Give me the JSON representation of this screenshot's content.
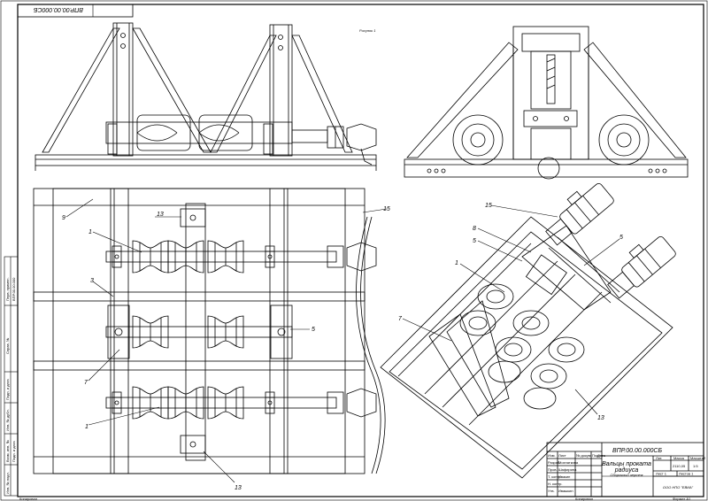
{
  "stamp": {
    "code": "ВПР.00.00.000СБ",
    "code_rot": "ВПР.00.00.000СБ"
  },
  "figure_label": "Рисунок 1",
  "callouts": [
    {
      "id": "c9",
      "text": "9"
    },
    {
      "id": "c13a",
      "text": "13"
    },
    {
      "id": "c1a",
      "text": "1"
    },
    {
      "id": "c3",
      "text": "3"
    },
    {
      "id": "c7a",
      "text": "7"
    },
    {
      "id": "c1b",
      "text": "1"
    },
    {
      "id": "c5a",
      "text": "5"
    },
    {
      "id": "c13b",
      "text": "13"
    },
    {
      "id": "c15a",
      "text": "15"
    },
    {
      "id": "c15b",
      "text": "15"
    },
    {
      "id": "c8",
      "text": "8"
    },
    {
      "id": "c5b",
      "text": "5"
    },
    {
      "id": "c1c",
      "text": "1"
    },
    {
      "id": "c5c",
      "text": "5"
    },
    {
      "id": "c7b",
      "text": "7"
    },
    {
      "id": "c13c",
      "text": "13"
    }
  ],
  "title_block": {
    "designation": "ВПР.00.00.000СБ",
    "name_line1": "Вальцы проката",
    "name_line2": "радиуса",
    "doc_type": "Сборочный чертеж",
    "lit_header": "Лит.",
    "mass_header": "Масса",
    "scale_header": "Масштаб",
    "mass_value": "2110,05",
    "scale_value": "1:5",
    "sheet_label": "Лист 1",
    "sheets_label": "Листов 1",
    "org": "ООО НПО \"ЕВИА\"",
    "rows": [
      {
        "role": "Изм.",
        "name": "Лист",
        "doc": "№ докум.",
        "sign": "Подп.",
        "date": "Дата"
      },
      {
        "role": "Разраб.",
        "name": "Мохнаткина"
      },
      {
        "role": "Пров.",
        "name": "Шафирина"
      },
      {
        "role": "Т. контр.",
        "name": "Ивакин"
      },
      {
        "role": "Н. контр.",
        "name": ""
      },
      {
        "role": "Утв.",
        "name": "Ивашкин"
      }
    ],
    "copied": "Копировал",
    "format": "Формат А1"
  },
  "left_strip": {
    "cells": [
      "Перв. примен.",
      "ВПР.00.00.000",
      "Справ. №",
      "Подп. и дата",
      "Инв. № дубл.",
      "Взам. инв. №",
      "Подп. и дата",
      "Инв. № подл."
    ]
  },
  "footer_note": "Копировал"
}
